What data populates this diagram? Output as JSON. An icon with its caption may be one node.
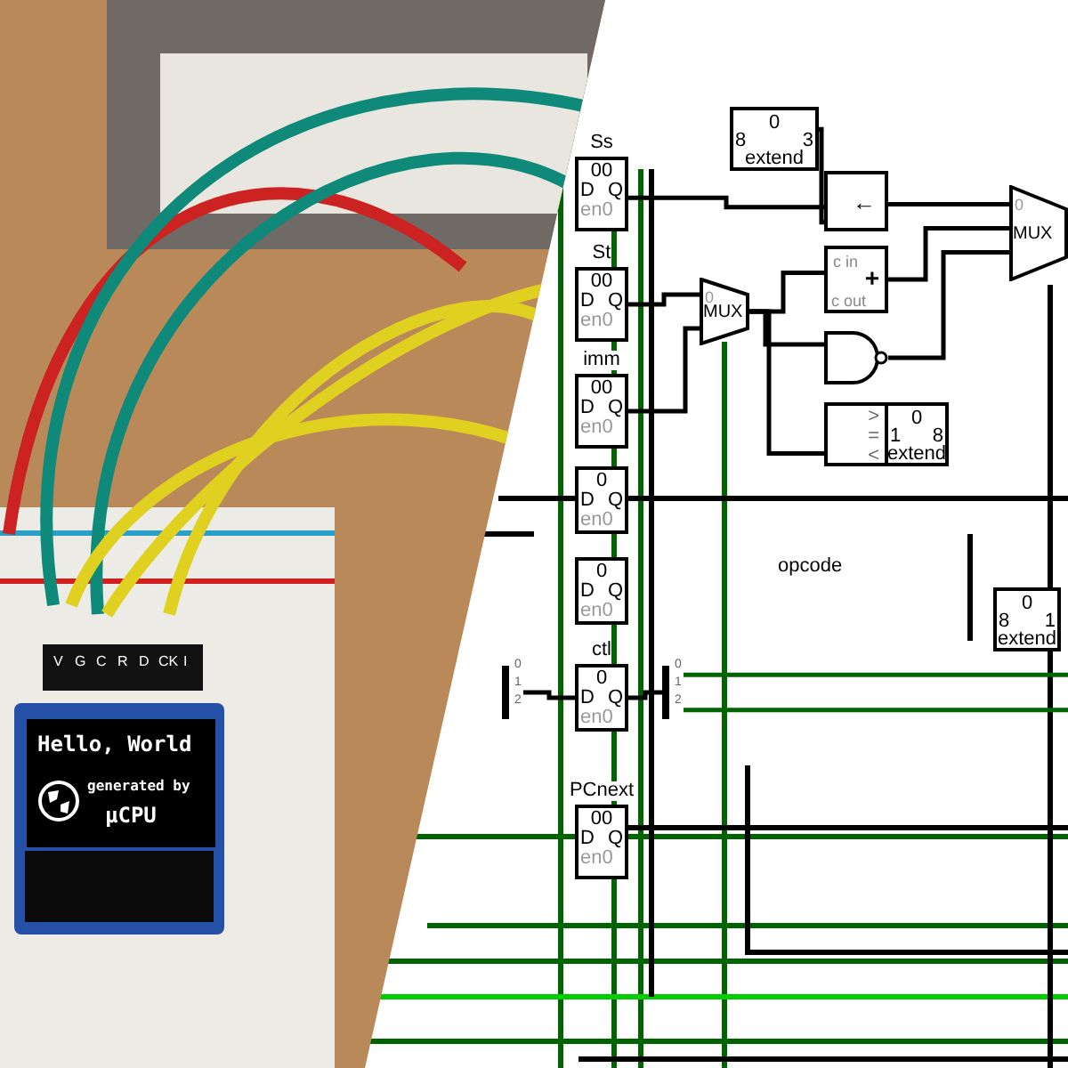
{
  "diagram": {
    "nodes": [
      {
        "text": [
          "Ss",
          "00",
          "D",
          "Q",
          "en0"
        ]
      },
      {
        "text": [
          "St",
          "00",
          "D",
          "Q",
          "en0"
        ]
      },
      {
        "text": [
          "imm",
          "00",
          "D",
          "Q",
          "en0"
        ]
      },
      {
        "text": [
          "0",
          "D",
          "Q",
          "en0"
        ]
      },
      {
        "text": [
          "0",
          "D",
          "Q",
          "en0"
        ]
      },
      {
        "text": [
          "ctl",
          "0",
          "D",
          "Q",
          "en0"
        ]
      },
      {
        "text": [
          "PCnext",
          "00",
          "D",
          "Q",
          "en0"
        ]
      },
      {
        "text": [
          "0",
          "8",
          "3",
          "extend"
        ]
      },
      {
        "text": [
          "←"
        ]
      },
      {
        "text": [
          "c in",
          "+",
          "c out"
        ]
      },
      {
        "text": [
          "0",
          "MUX"
        ]
      },
      {
        "text": [
          "0",
          "MUX"
        ]
      },
      {
        "text": [],
        "shape": "gate"
      },
      {
        "text": [
          ">",
          "=",
          "<"
        ]
      },
      {
        "text": [
          "0",
          "1",
          "8",
          "extend"
        ]
      },
      {
        "text": [
          "0",
          "8",
          "1",
          "extend"
        ]
      },
      {
        "text": [
          "0",
          "1",
          "2"
        ]
      },
      {
        "text": [
          "0",
          "1",
          "2"
        ]
      },
      {
        "text": [
          "Hello, World",
          "generated by",
          "µCPU"
        ]
      }
    ],
    "edges": [
      {
        "from": 0,
        "to": 8,
        "arrow": "none"
      },
      {
        "from": 7,
        "to": 8,
        "arrow": "none"
      },
      {
        "from": 1,
        "to": 10,
        "arrow": "none"
      },
      {
        "from": 2,
        "to": 10,
        "arrow": "none"
      },
      {
        "from": 10,
        "to": 9,
        "arrow": "none"
      },
      {
        "from": 10,
        "to": 12,
        "arrow": "none"
      },
      {
        "from": 10,
        "to": 13,
        "arrow": "none"
      },
      {
        "from": 8,
        "to": 11,
        "arrow": "none"
      },
      {
        "from": 9,
        "to": 11,
        "arrow": "none"
      },
      {
        "from": 12,
        "to": 11,
        "arrow": "none"
      },
      {
        "from": 16,
        "to": 5,
        "arrow": "none"
      },
      {
        "from": 5,
        "to": 17,
        "arrow": "none"
      },
      {
        "from": 17,
        "to": null,
        "arrow": "none",
        "color": "#006400"
      },
      {
        "from": 17,
        "to": null,
        "arrow": "none",
        "color": "#006400"
      }
    ],
    "labels": [
      "opcode",
      "V",
      "G",
      "C",
      "R",
      "D",
      "CK",
      "I"
    ]
  }
}
